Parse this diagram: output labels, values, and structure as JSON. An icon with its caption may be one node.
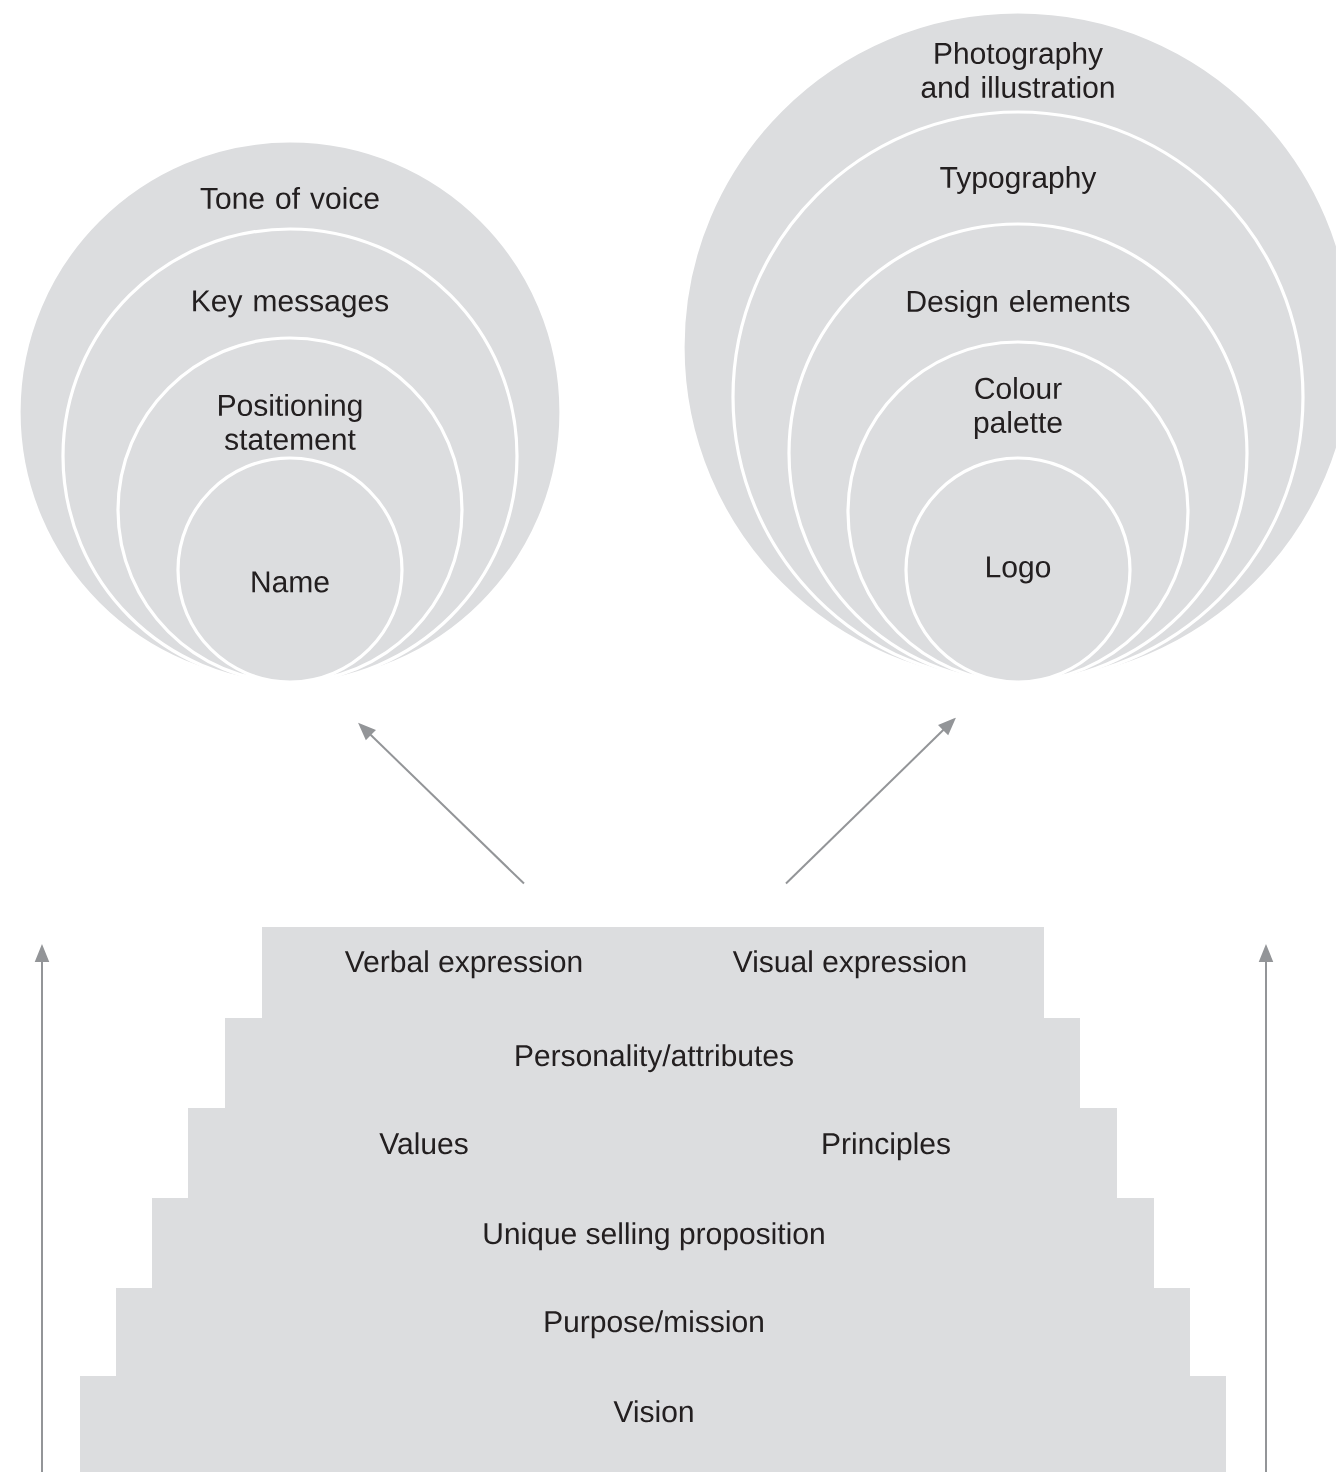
{
  "diagram": {
    "nodes": [
      {
        "text": [
          "Tone of voice"
        ]
      },
      {
        "text": [
          "Key messages"
        ],
        "in": 0
      },
      {
        "text": [
          "Positioning statement"
        ],
        "in": 1
      },
      {
        "text": [
          "Name"
        ],
        "in": 2
      },
      {
        "text": [
          "Photography and illustration"
        ]
      },
      {
        "text": [
          "Typography"
        ],
        "in": 4
      },
      {
        "text": [
          "Design elements"
        ],
        "in": 5
      },
      {
        "text": [
          "Colour palette"
        ],
        "in": 6
      },
      {
        "text": [
          "Logo"
        ],
        "in": 7
      },
      {
        "text": [
          "Verbal expression",
          "Visual expression"
        ]
      },
      {
        "text": [
          "Personality/attributes"
        ]
      },
      {
        "text": [
          "Values",
          "Principles"
        ]
      },
      {
        "text": [
          "Unique selling proposition"
        ]
      },
      {
        "text": [
          "Purpose/mission"
        ]
      },
      {
        "text": [
          "Vision"
        ]
      }
    ],
    "edges": [
      {
        "from": 9,
        "to": 0,
        "arrow": "to"
      },
      {
        "from": 9,
        "to": 4,
        "arrow": "to"
      }
    ]
  }
}
